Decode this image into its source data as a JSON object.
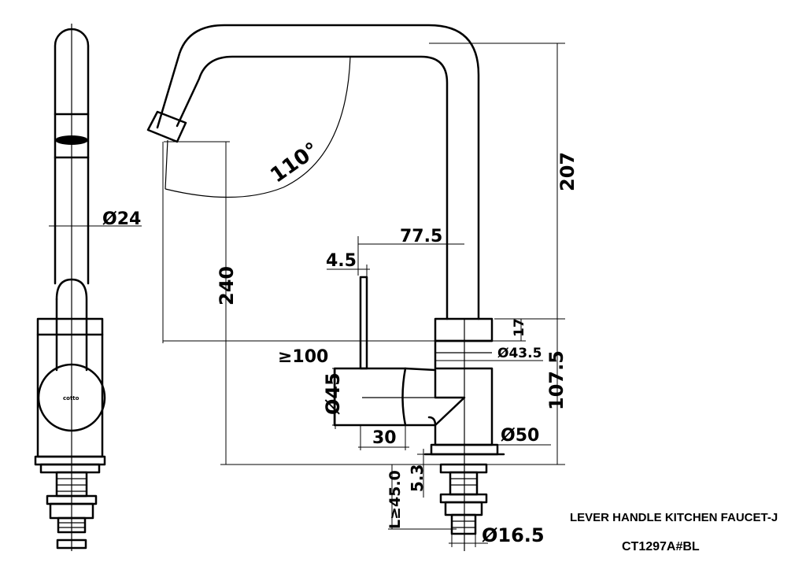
{
  "title": {
    "line1": "LEVER HANDLE KITCHEN FAUCET-J",
    "line2": "CT1297A#BL"
  },
  "dimensions": {
    "pipe_diameter": "Ø24",
    "swivel_angle": "110°",
    "spout_height": "207",
    "total_height": "240",
    "spout_reach": "77.5",
    "lever_thickness": "4.5",
    "min_clearance": "≥100",
    "top_collar": "17",
    "collar_diameter": "Ø43.5",
    "body_height": "107.5",
    "handle_diameter": "Ø45",
    "handle_length": "30",
    "base_diameter": "Ø50",
    "base_thickness": "5.3",
    "shank_length": "L≥45.0",
    "shank_diameter": "Ø16.5"
  },
  "brand_mark": "cotto"
}
